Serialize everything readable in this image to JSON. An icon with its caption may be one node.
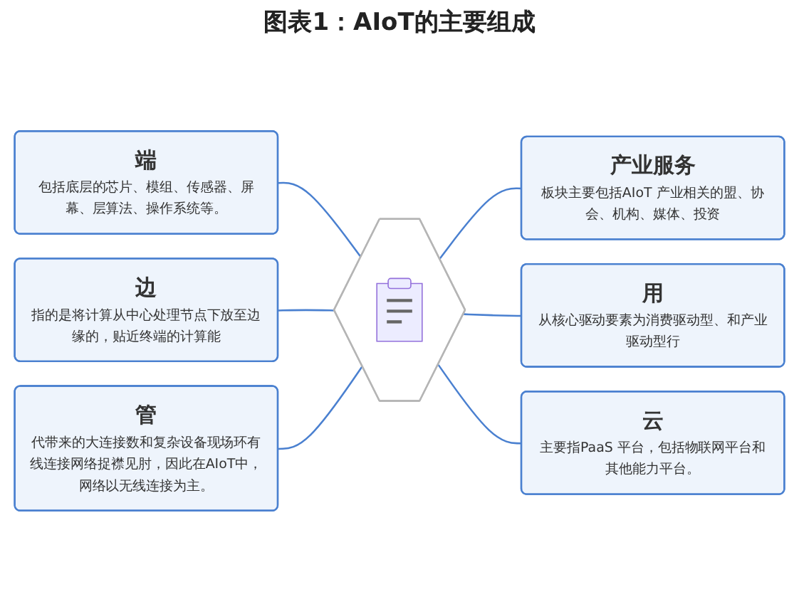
{
  "diagram": {
    "title": "图表1：AIoT的主要组成",
    "nodes": [
      {
        "text": [
          "端",
          "包括底层的芯片、模组、传感器、屏幕、层算法、操作系统等。"
        ]
      },
      {
        "text": [
          "产业服务",
          "板块主要包括AIoT 产业相关的盟、协会、机构、媒体、投资"
        ]
      },
      {
        "text": [
          "边",
          "指的是将计算从中心处理节点下放至边缘的，贴近终端的计算能"
        ]
      },
      {
        "text": [],
        "shape": "hexagon"
      },
      {
        "text": [
          "用",
          "从核心驱动要素为消费驱动型、和产业驱动型行"
        ]
      },
      {
        "text": [
          "管",
          "代带来的大连接数和复杂设备现场环有线连接网络捉襟见肘，因此在AIoT中，网络以无线连接为主。"
        ]
      },
      {
        "text": [
          "云",
          "主要指PaaS 平台，包括物联网平台和其他能力平台。"
        ]
      }
    ],
    "edges": [
      {
        "from": 0,
        "to": 3,
        "arrow": "none"
      },
      {
        "from": 3,
        "to": 1,
        "arrow": "none"
      },
      {
        "from": 2,
        "to": 3,
        "arrow": "none"
      },
      {
        "from": 3,
        "to": 4,
        "arrow": "none"
      },
      {
        "from": 5,
        "to": 3,
        "arrow": "none"
      },
      {
        "from": 3,
        "to": 6,
        "arrow": "none"
      }
    ]
  }
}
